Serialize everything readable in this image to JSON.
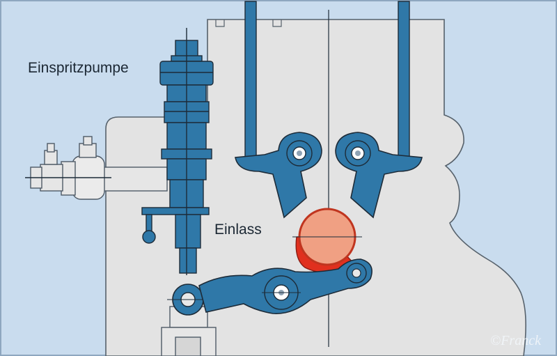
{
  "labels": {
    "pump": "Einspritzpumpe",
    "inlet": "Einlass"
  },
  "watermark": "©Franck",
  "colors": {
    "background": "#c9dcee",
    "engine_block": "#e3e3e3",
    "steel_blue": "#2f78a8",
    "cam": "#f0a083",
    "cam_lobe": "#e0301e",
    "outline": "#1d2b38"
  },
  "icons": {
    "cam": "circle-cam",
    "rocker": "rocker-arm",
    "pump": "injection-pump"
  }
}
